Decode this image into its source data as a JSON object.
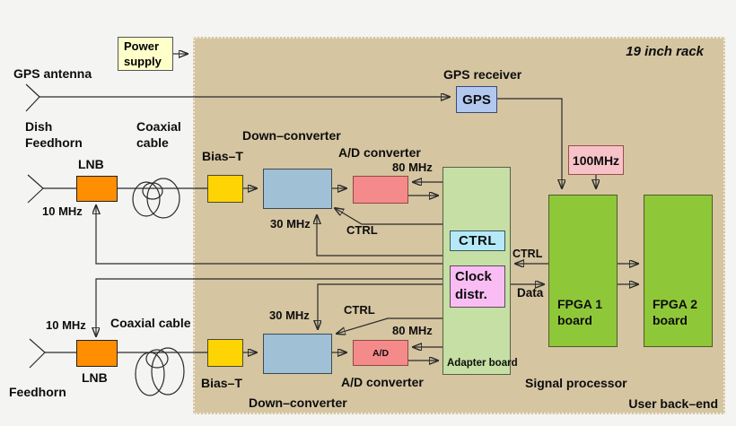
{
  "colors": {
    "bg": "#f4f4f3",
    "rack": "#d5c5a1",
    "rackDot": "#efe9d9",
    "power": "#ffffc9",
    "gpsBox": "#b2c8ef",
    "mhz100": "#f7c2c8",
    "fpga": "#8ec839",
    "adapter": "#c6dfa4",
    "ctrlBox": "#b5e9f8",
    "clockBox": "#f9bdf3",
    "lnb": "#ff8e00",
    "bias": "#ffd405",
    "downconv": "#9fc0d5",
    "ad": "#f58a8a",
    "line": "#2b2b2b"
  },
  "rack": {
    "title": "19 inch rack"
  },
  "power_supply": {
    "label": "Power\nsupply"
  },
  "gps": {
    "antenna_label": "GPS antenna",
    "receiver_label": "GPS receiver",
    "box_label": "GPS"
  },
  "clock_source": {
    "label": "100MHz"
  },
  "top_chain": {
    "dish_feedhorn": "Dish\nFeedhorn",
    "coaxial": "Coaxial\ncable",
    "lnb": "LNB",
    "ten_mhz": "10 MHz",
    "bias_t": "Bias–T",
    "down_converter": "Down–converter",
    "thirty_mhz": "30 MHz",
    "ctrl": "CTRL",
    "ad_converter": "A/D converter",
    "eighty_mhz": "80 MHz"
  },
  "bottom_chain": {
    "feedhorn": "Feedhorn",
    "ten_mhz": "10 MHz",
    "lnb": "LNB",
    "coaxial": "Coaxial cable",
    "bias_t": "Bias–T",
    "down_converter": "Down–converter",
    "thirty_mhz": "30 MHz",
    "ctrl": "CTRL",
    "ad_box": "A/D",
    "ad_converter": "A/D converter",
    "eighty_mhz": "80 MHz"
  },
  "adapter_board": {
    "ctrl": "CTRL",
    "clock_distr": "Clock\ndistr.",
    "label": "Adapter board"
  },
  "signal_processor": {
    "ctrl": "CTRL",
    "data": "Data",
    "fpga1": "FPGA 1\nboard",
    "fpga2": "FPGA 2\nboard",
    "label": "Signal processor"
  },
  "user_backend": {
    "label": "User back–end"
  }
}
